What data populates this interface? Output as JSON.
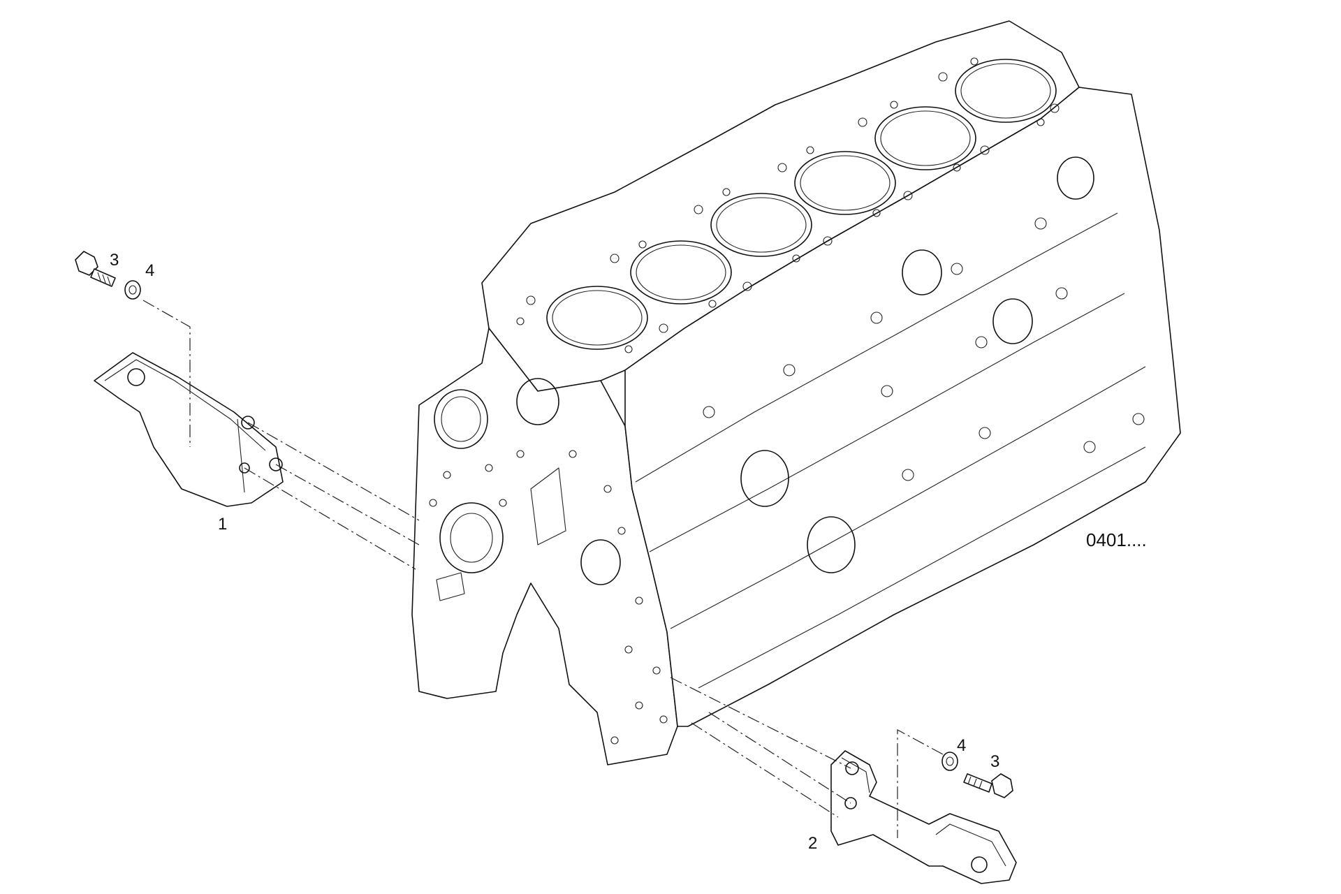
{
  "diagram": {
    "callouts": {
      "bracket_front": "1",
      "bracket_rear": "2",
      "screw_front": "3",
      "washer_front": "4",
      "washer_rear": "4",
      "screw_rear": "3"
    },
    "reference_code": "0401...."
  }
}
